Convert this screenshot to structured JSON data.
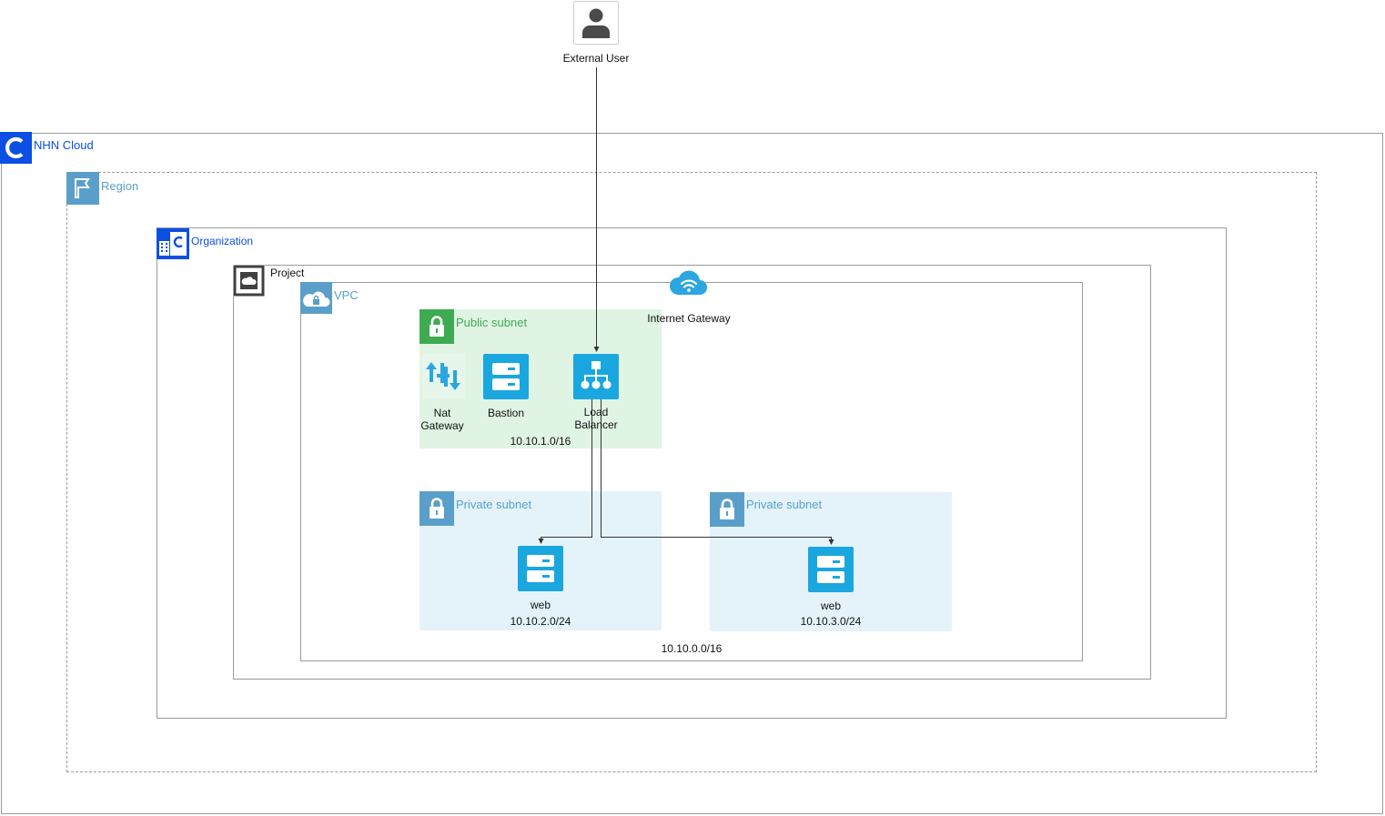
{
  "external_user": {
    "label": "External User",
    "icon": "user-icon"
  },
  "cloud": {
    "label": "NHN Cloud",
    "icon": "nhn-cloud-logo-icon",
    "color": "#0B4FE3"
  },
  "region": {
    "label": "Region",
    "icon": "flag-icon",
    "color": "#5A9FC9"
  },
  "organization": {
    "label": "Organization",
    "icon": "organization-icon",
    "color": "#0B4FE3"
  },
  "project": {
    "label": "Project",
    "icon": "project-icon"
  },
  "vpc": {
    "label": "VPC",
    "cidr": "10.10.0.0/16",
    "icon": "vpc-cloud-lock-icon",
    "color": "#5A9FC9"
  },
  "internet_gateway": {
    "label": "Internet Gateway",
    "icon": "cloud-wifi-icon",
    "color": "#2BA6E0"
  },
  "public_subnet": {
    "label": "Public subnet",
    "cidr": "10.10.1.0/16",
    "color": "#3EAA52",
    "fill": "#E0F4E3",
    "nodes": [
      {
        "label_line1": "Nat",
        "label_line2": "Gateway",
        "icon": "nat-gateway-icon"
      },
      {
        "label_line1": "Bastion",
        "label_line2": "",
        "icon": "server-icon"
      },
      {
        "label_line1": "Load",
        "label_line2": "Balancer",
        "icon": "load-balancer-icon"
      }
    ]
  },
  "private_subnets": [
    {
      "label": "Private subnet",
      "cidr": "10.10.2.0/24",
      "node": "web",
      "icon": "server-icon"
    },
    {
      "label": "Private subnet",
      "cidr": "10.10.3.0/24",
      "node": "web",
      "icon": "server-icon"
    }
  ],
  "colors": {
    "private_fill": "#E4F3FA",
    "private_accent": "#5A9FC9",
    "service_blue": "#1AA7E0",
    "line": "#333333"
  }
}
